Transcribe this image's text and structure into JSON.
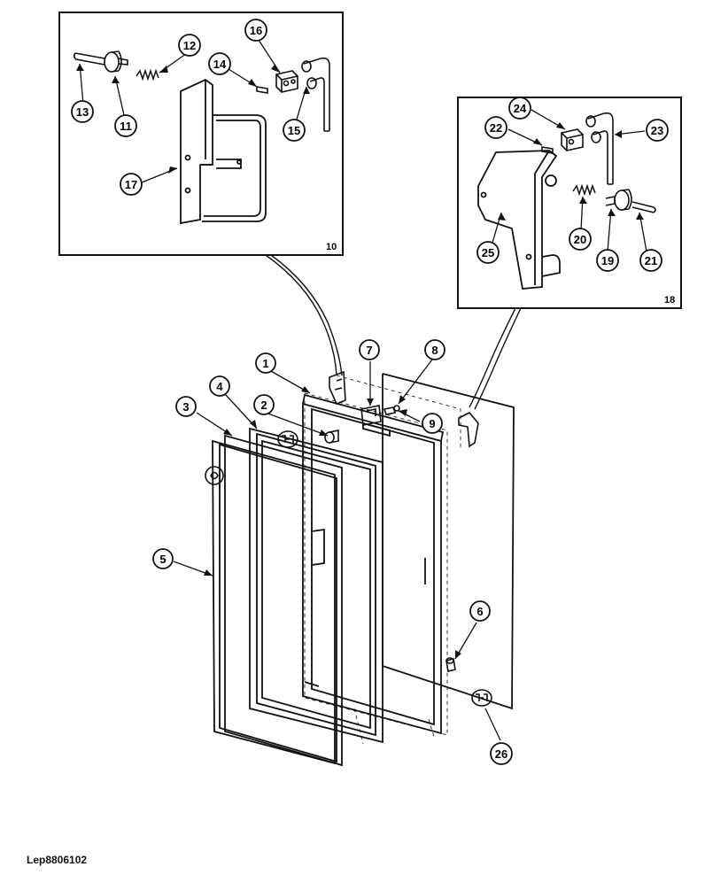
{
  "diagram": {
    "document_id": "Lep8806102",
    "inset_top_left": {
      "reference": "10"
    },
    "inset_top_right": {
      "reference": "18"
    },
    "callouts": [
      {
        "id": "1",
        "label": "1"
      },
      {
        "id": "2",
        "label": "2"
      },
      {
        "id": "3",
        "label": "3"
      },
      {
        "id": "4",
        "label": "4"
      },
      {
        "id": "5",
        "label": "5"
      },
      {
        "id": "6",
        "label": "6"
      },
      {
        "id": "7",
        "label": "7"
      },
      {
        "id": "8",
        "label": "8"
      },
      {
        "id": "9",
        "label": "9"
      },
      {
        "id": "11",
        "label": "11"
      },
      {
        "id": "12",
        "label": "12"
      },
      {
        "id": "13",
        "label": "13"
      },
      {
        "id": "14",
        "label": "14"
      },
      {
        "id": "15",
        "label": "15"
      },
      {
        "id": "16",
        "label": "16"
      },
      {
        "id": "17",
        "label": "17"
      },
      {
        "id": "19",
        "label": "19"
      },
      {
        "id": "20",
        "label": "20"
      },
      {
        "id": "21",
        "label": "21"
      },
      {
        "id": "22",
        "label": "22"
      },
      {
        "id": "23",
        "label": "23"
      },
      {
        "id": "24",
        "label": "24"
      },
      {
        "id": "25",
        "label": "25"
      },
      {
        "id": "26",
        "label": "26"
      }
    ]
  }
}
